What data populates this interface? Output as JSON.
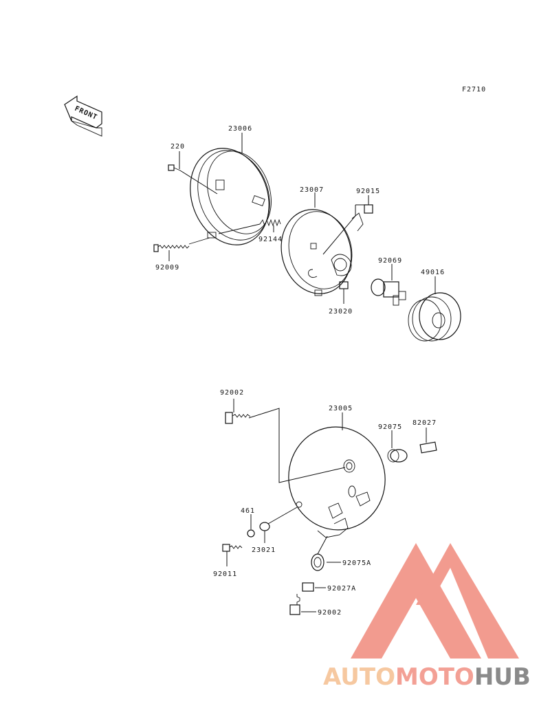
{
  "figure_code": "F2710",
  "front_arrow_label": "FRONT",
  "parts": {
    "p23006": "23006",
    "p220": "220",
    "p92144": "92144",
    "p92009": "92009",
    "p23007": "23007",
    "p92015": "92015",
    "p23020": "23020",
    "p92069": "92069",
    "p49016": "49016",
    "p92002_top": "92002",
    "p23005": "23005",
    "p92075": "92075",
    "p82027": "82027",
    "p461": "461",
    "p23021": "23021",
    "p92011": "92011",
    "p92075A": "92075A",
    "p92027A": "92027A",
    "p92002_bottom": "92002"
  },
  "watermark": {
    "auto": "AUTO",
    "moto": "MOTO",
    "hub": "HUB",
    "colors": {
      "auto": "#f6c8a0",
      "moto": "#f3a095",
      "hub": "#8a8a8a",
      "triangle": "#f08a7c"
    }
  }
}
